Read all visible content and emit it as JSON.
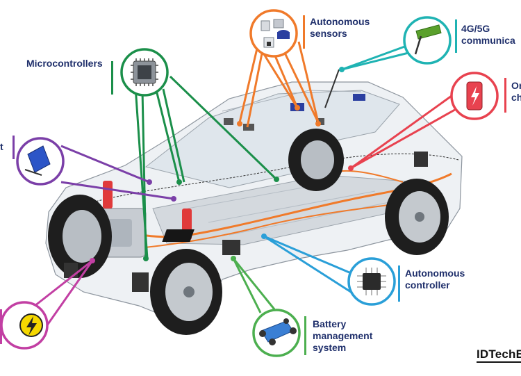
{
  "labels": {
    "microcontrollers": "Microcontrollers",
    "autonomous_sensors": "Autonomous\nsensors",
    "connectivity": "4G/5G\ncommunica",
    "onboard_charger": "Or\nch",
    "autonomous_controller": "Autonomous\ncontroller",
    "battery_management": "Battery\nmanagement\nsystem",
    "left_cut_label": "t"
  },
  "logo": "IDTechE",
  "colors": {
    "microcontrollers": "#1b8f4a",
    "autonomous_sensors": "#f07a2a",
    "connectivity": "#1fb3b3",
    "onboard_charger": "#e8424f",
    "autonomous_controller": "#2a9fd8",
    "battery_management": "#4caf4f",
    "infotainment": "#7b3fa8",
    "power_inverter": "#c23fa3",
    "label_text": "#1f2f6b"
  },
  "icons": {
    "microcontrollers": "chip-icon",
    "autonomous_sensors": "sensors-icon",
    "connectivity": "antenna-icon",
    "onboard_charger": "charger-icon",
    "autonomous_controller": "processor-icon",
    "battery_management": "ev-chassis-icon",
    "infotainment": "display-icon",
    "power_inverter": "lightning-icon"
  }
}
